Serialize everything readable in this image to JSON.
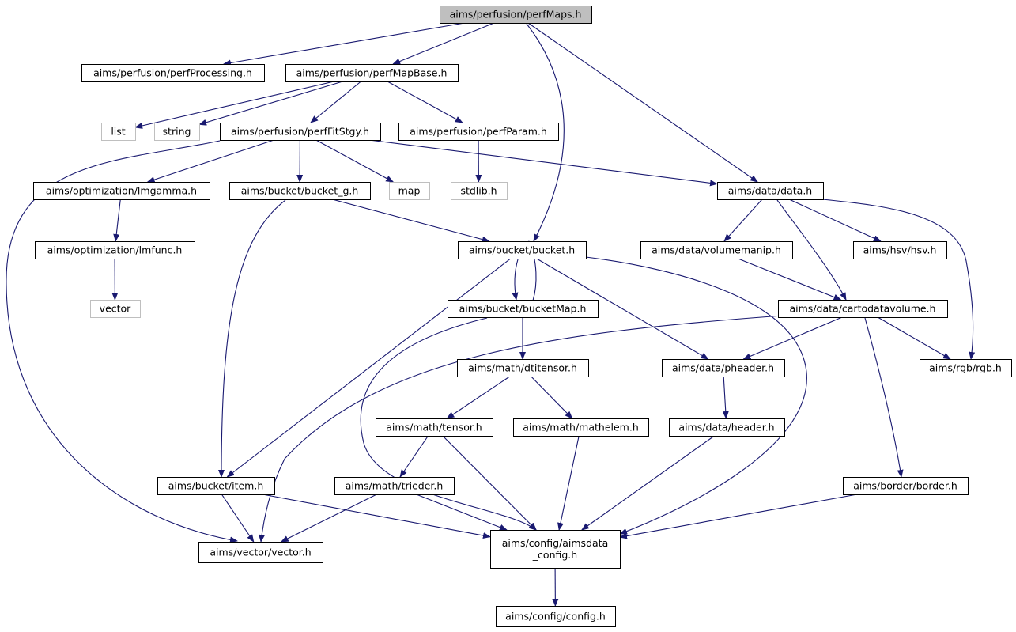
{
  "graph": {
    "nodes": [
      {
        "id": "perfMaps",
        "label": "aims/perfusion/perfMaps.h",
        "kind": "root"
      },
      {
        "id": "perfProc",
        "label": "aims/perfusion/perfProcessing.h",
        "kind": "normal"
      },
      {
        "id": "perfMapBase",
        "label": "aims/perfusion/perfMapBase.h",
        "kind": "normal"
      },
      {
        "id": "list",
        "label": "list",
        "kind": "external"
      },
      {
        "id": "string",
        "label": "string",
        "kind": "external"
      },
      {
        "id": "perfFitStgy",
        "label": "aims/perfusion/perfFitStgy.h",
        "kind": "normal"
      },
      {
        "id": "perfParam",
        "label": "aims/perfusion/perfParam.h",
        "kind": "normal"
      },
      {
        "id": "lmgamma",
        "label": "aims/optimization/lmgamma.h",
        "kind": "normal"
      },
      {
        "id": "bucket_g",
        "label": "aims/bucket/bucket_g.h",
        "kind": "normal"
      },
      {
        "id": "map",
        "label": "map",
        "kind": "external"
      },
      {
        "id": "stdlib",
        "label": "stdlib.h",
        "kind": "external"
      },
      {
        "id": "data",
        "label": "aims/data/data.h",
        "kind": "normal"
      },
      {
        "id": "lmfunc",
        "label": "aims/optimization/lmfunc.h",
        "kind": "normal"
      },
      {
        "id": "bucket",
        "label": "aims/bucket/bucket.h",
        "kind": "normal"
      },
      {
        "id": "volumemanip",
        "label": "aims/data/volumemanip.h",
        "kind": "normal"
      },
      {
        "id": "hsv",
        "label": "aims/hsv/hsv.h",
        "kind": "normal"
      },
      {
        "id": "vectorStd",
        "label": "vector",
        "kind": "external"
      },
      {
        "id": "bucketMap",
        "label": "aims/bucket/bucketMap.h",
        "kind": "normal"
      },
      {
        "id": "cartodata",
        "label": "aims/data/cartodatavolume.h",
        "kind": "normal"
      },
      {
        "id": "dtitensor",
        "label": "aims/math/dtitensor.h",
        "kind": "normal"
      },
      {
        "id": "pheader",
        "label": "aims/data/pheader.h",
        "kind": "normal"
      },
      {
        "id": "rgb",
        "label": "aims/rgb/rgb.h",
        "kind": "normal"
      },
      {
        "id": "tensor",
        "label": "aims/math/tensor.h",
        "kind": "normal"
      },
      {
        "id": "mathelem",
        "label": "aims/math/mathelem.h",
        "kind": "normal"
      },
      {
        "id": "header",
        "label": "aims/data/header.h",
        "kind": "normal"
      },
      {
        "id": "item",
        "label": "aims/bucket/item.h",
        "kind": "normal"
      },
      {
        "id": "trieder",
        "label": "aims/math/trieder.h",
        "kind": "normal"
      },
      {
        "id": "border",
        "label": "aims/border/border.h",
        "kind": "normal"
      },
      {
        "id": "vectorH",
        "label": "aims/vector/vector.h",
        "kind": "normal"
      },
      {
        "id": "aimsdataCfg",
        "label": "aims/config/aimsdata\n_config.h",
        "kind": "normal"
      },
      {
        "id": "config",
        "label": "aims/config/config.h",
        "kind": "normal"
      }
    ],
    "edges": [
      [
        "perfMaps",
        "perfProc"
      ],
      [
        "perfMaps",
        "perfMapBase"
      ],
      [
        "perfMaps",
        "bucket"
      ],
      [
        "perfMaps",
        "data"
      ],
      [
        "perfMapBase",
        "list"
      ],
      [
        "perfMapBase",
        "string"
      ],
      [
        "perfMapBase",
        "perfFitStgy"
      ],
      [
        "perfMapBase",
        "perfParam"
      ],
      [
        "perfFitStgy",
        "vectorH"
      ],
      [
        "perfFitStgy",
        "lmgamma"
      ],
      [
        "perfFitStgy",
        "bucket_g"
      ],
      [
        "perfFitStgy",
        "map"
      ],
      [
        "perfFitStgy",
        "data"
      ],
      [
        "perfParam",
        "stdlib"
      ],
      [
        "lmgamma",
        "lmfunc"
      ],
      [
        "lmfunc",
        "vectorStd"
      ],
      [
        "bucket_g",
        "bucket"
      ],
      [
        "bucket_g",
        "item"
      ],
      [
        "data",
        "volumemanip"
      ],
      [
        "data",
        "cartodata"
      ],
      [
        "data",
        "hsv"
      ],
      [
        "data",
        "rgb"
      ],
      [
        "volumemanip",
        "cartodata"
      ],
      [
        "bucket",
        "bucketMap"
      ],
      [
        "bucketMap",
        "bucket"
      ],
      [
        "bucket",
        "item"
      ],
      [
        "bucket",
        "pheader"
      ],
      [
        "bucket",
        "aimsdataCfg"
      ],
      [
        "bucketMap",
        "dtitensor"
      ],
      [
        "bucketMap",
        "aimsdataCfg"
      ],
      [
        "cartodata",
        "vectorH"
      ],
      [
        "cartodata",
        "pheader"
      ],
      [
        "cartodata",
        "rgb"
      ],
      [
        "cartodata",
        "border"
      ],
      [
        "dtitensor",
        "tensor"
      ],
      [
        "dtitensor",
        "mathelem"
      ],
      [
        "pheader",
        "header"
      ],
      [
        "tensor",
        "trieder"
      ],
      [
        "tensor",
        "aimsdataCfg"
      ],
      [
        "mathelem",
        "aimsdataCfg"
      ],
      [
        "header",
        "aimsdataCfg"
      ],
      [
        "item",
        "vectorH"
      ],
      [
        "item",
        "aimsdataCfg"
      ],
      [
        "trieder",
        "vectorH"
      ],
      [
        "trieder",
        "aimsdataCfg"
      ],
      [
        "border",
        "aimsdataCfg"
      ],
      [
        "aimsdataCfg",
        "config"
      ]
    ],
    "colors": {
      "edge": "#191970",
      "node_border": "#000000",
      "external_border": "#bfbfbf",
      "root_fill": "#bfbfbf",
      "node_fill": "#ffffff",
      "text": "#000000"
    }
  }
}
